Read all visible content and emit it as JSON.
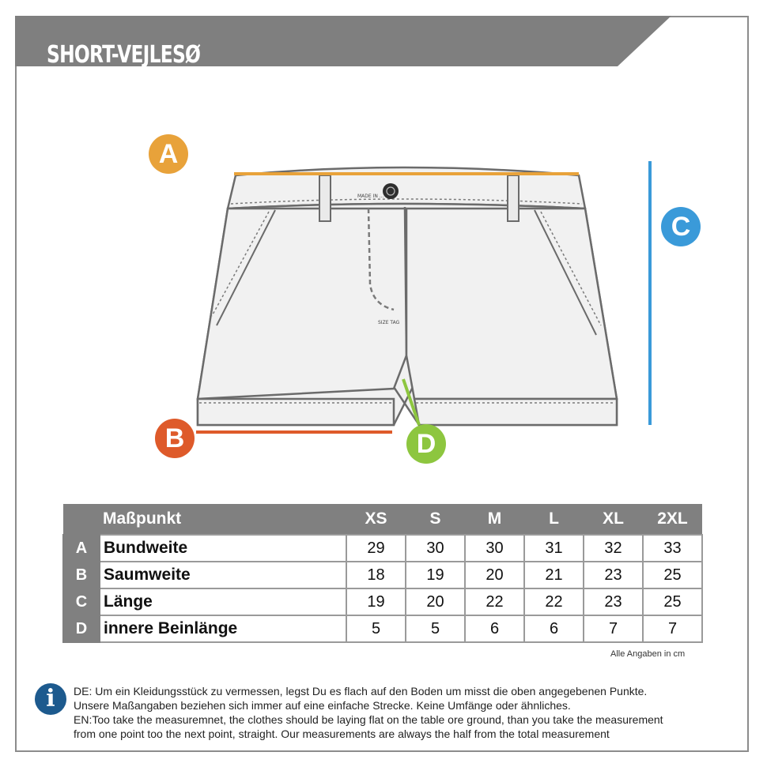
{
  "header": {
    "title": "SHORT-VEJLESØ"
  },
  "badges": [
    {
      "letter": "A",
      "color": "#e8a23a"
    },
    {
      "letter": "B",
      "color": "#de5a2a"
    },
    {
      "letter": "C",
      "color": "#3a9ad9"
    },
    {
      "letter": "D",
      "color": "#8dc63f"
    }
  ],
  "garment_tags": {
    "left": "MADE IN ...",
    "fly": "SIZE TAG"
  },
  "table": {
    "header": [
      "Maßpunkt",
      "XS",
      "S",
      "M",
      "L",
      "XL",
      "2XL"
    ],
    "rows": [
      {
        "letter": "A",
        "name": "Bundweite",
        "values": [
          "29",
          "30",
          "30",
          "31",
          "32",
          "33"
        ]
      },
      {
        "letter": "B",
        "name": "Saumweite",
        "values": [
          "18",
          "19",
          "20",
          "21",
          "23",
          "25"
        ]
      },
      {
        "letter": "C",
        "name": "Länge",
        "values": [
          "19",
          "20",
          "22",
          "22",
          "23",
          "25"
        ]
      },
      {
        "letter": "D",
        "name": "innere Beinlänge",
        "values": [
          "5",
          "5",
          "6",
          "6",
          "7",
          "7"
        ]
      }
    ],
    "note": "Alle Angaben in cm"
  },
  "info": {
    "icon": "info-icon",
    "lines": [
      "DE: Um ein Kleidungsstück zu vermessen, legst Du es flach auf den Boden um misst die oben angegebenen Punkte.",
      "Unsere Maßangaben beziehen sich immer auf eine einfache Strecke. Keine Umfänge oder ähnliches.",
      "EN:Too take the measuremnet, the clothes should be laying flat on the table ore ground, than you take the measurement",
      "from one point too the next point, straight. Our measurements are always the half from the total measurement"
    ]
  }
}
